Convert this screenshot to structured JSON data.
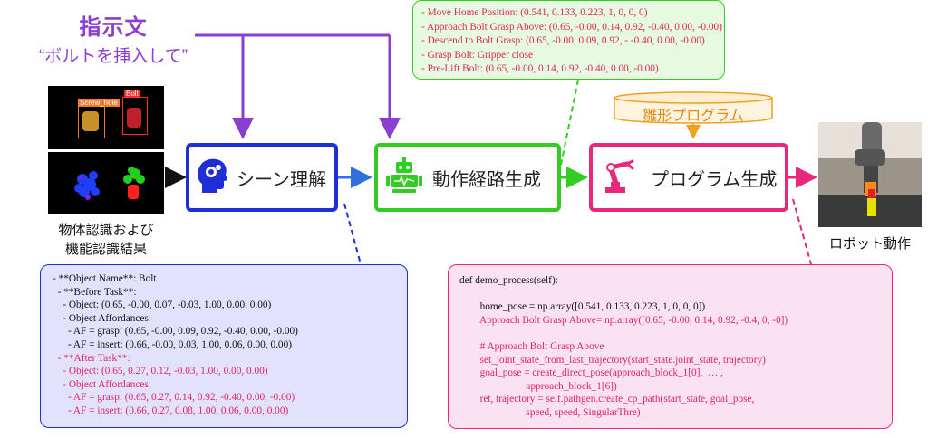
{
  "instruction": {
    "title": "指示文",
    "quote": "“ボルトを挿入して”"
  },
  "detection": {
    "label_bolt": "Bolt",
    "label_screw_hole": "Screw_hole",
    "caption_line1": "物体認識および",
    "caption_line2": "機能認識結果"
  },
  "stages": {
    "scene": "シーン理解",
    "path": "動作経路生成",
    "program": "プログラム生成"
  },
  "template_db": {
    "label": "雛形プログラム"
  },
  "robot": {
    "caption": "ロボット動作"
  },
  "path_panel": {
    "lines": [
      "- Move Home Position: (0.541, 0.133, 0.223, 1, 0, 0, 0)",
      "- Approach Bolt Grasp Above: (0.65, -0.00, 0.14, 0.92, -0.40, 0.00, -0.00)",
      "- Descend to Bolt Grasp: (0.65, -0.00, 0.09, 0.92, - -0.40, 0.00, -0.00)",
      "- Grasp Bolt: Gripper close",
      "- Pre-Lift Bolt: (0.65, -0.00, 0.14, 0.92, -0.40, 0.00, -0.00)"
    ]
  },
  "scene_panel": {
    "lines": [
      {
        "text": "- **Object Name**: Bolt",
        "hl": false
      },
      {
        "text": "  - **Before Task**:",
        "hl": false
      },
      {
        "text": "    - Object: (0.65, -0.00, 0.07, -0.03, 1.00, 0.00, 0.00)",
        "hl": false
      },
      {
        "text": "    - Object Affordances:",
        "hl": false
      },
      {
        "text": "      - AF = grasp: (0.65, -0.00, 0.09, 0.92, -0.40, 0.00, -0.00)",
        "hl": false
      },
      {
        "text": "      - AF = insert: (0.66, -0.00, 0.03, 1.00, 0.06, 0.00, 0.00)",
        "hl": false
      },
      {
        "text": "  - **After Task**:",
        "hl": true
      },
      {
        "text": "    - Object: (0.65, 0.27, 0.12, -0.03, 1.00, 0.00, 0.00)",
        "hl": true
      },
      {
        "text": "    - Object Affordances:",
        "hl": true
      },
      {
        "text": "      - AF = grasp: (0.65, 0.27, 0.14, 0.92, -0.40, 0.00, -0.00)",
        "hl": true
      },
      {
        "text": "      - AF = insert: (0.66, 0.27, 0.08, 1.00, 0.06, 0.00, 0.00)",
        "hl": true
      }
    ]
  },
  "code_panel": {
    "lines": [
      {
        "text": "def demo_process(self):",
        "hl": false
      },
      {
        "text": "",
        "hl": false
      },
      {
        "text": "        home_pose = np.array([0.541, 0.133, 0.223, 1, 0, 0, 0])",
        "hl": false
      },
      {
        "text": "        Approach Bolt Grasp Above= np.array([0.65, -0.00, 0.14, 0.92, -0.4, 0, -0])",
        "hl": true
      },
      {
        "text": "",
        "hl": false
      },
      {
        "text": "        # Approach Bolt Grasp Above",
        "hl": true
      },
      {
        "text": "        set_joint_state_from_last_trajectory(start_state.joint_state, trajectory)",
        "hl": true
      },
      {
        "text": "        goal_pose = create_direct_pose(approach_block_1[0],  … ,",
        "hl": true
      },
      {
        "text": "                          approach_block_1[6])",
        "hl": true
      },
      {
        "text": "        ret, trajectory = self.pathgen.create_cp_path(start_state, goal_pose,",
        "hl": true
      },
      {
        "text": "                          speed, speed, SingularThre)",
        "hl": true
      }
    ]
  },
  "colors": {
    "instruction": "#8a3fd1",
    "scene": "#1f2fd6",
    "path": "#33cc22",
    "program": "#e8287a",
    "template": "#f0a020",
    "scene_panel_bg": "#e2e2ff",
    "path_panel_bg": "#e6fae0",
    "code_panel_bg": "#fbe2f2"
  },
  "icons": {
    "scene": "head-gears-icon",
    "path": "robot-icon",
    "program": "robot-arm-icon"
  }
}
